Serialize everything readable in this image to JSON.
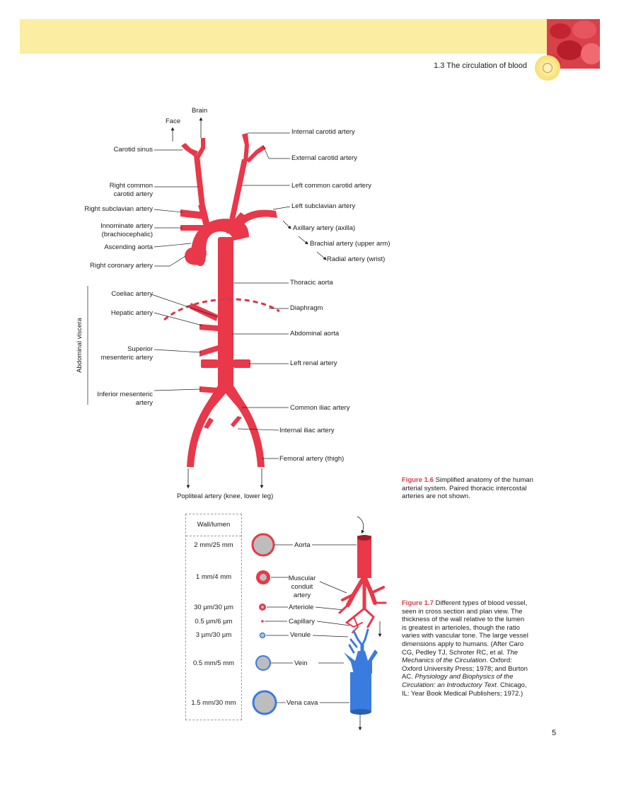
{
  "header": {
    "section_title": "1.3  The circulation of blood"
  },
  "figure_1_6": {
    "labels": {
      "brain": "Brain",
      "face": "Face",
      "carotid_sinus": "Carotid sinus",
      "right_common_carotid_1": "Right common",
      "right_common_carotid_2": "carotid artery",
      "right_subclavian": "Right subclavian artery",
      "innominate_1": "Innominate artery",
      "innominate_2": "(brachiocephalic)",
      "ascending_aorta": "Ascending aorta",
      "right_coronary": "Right coronary artery",
      "coeliac": "Coeliac artery",
      "hepatic": "Hepatic artery",
      "superior_mesenteric_1": "Superior",
      "superior_mesenteric_2": "mesenteric artery",
      "inferior_mesenteric_1": "Inferior mesenteric",
      "inferior_mesenteric_2": "artery",
      "abdominal_viscera": "Abdominal viscera",
      "internal_carotid": "Internal carotid artery",
      "external_carotid": "External carotid artery",
      "left_common_carotid": "Left common carotid artery",
      "left_subclavian": "Left subclavian artery",
      "axillary": "Axillary artery (axilla)",
      "brachial": "Brachial artery (upper arm)",
      "radial": "Radial artery (wrist)",
      "thoracic_aorta": "Thoracic aorta",
      "diaphragm": "Diaphragm",
      "abdominal_aorta": "Abdominal aorta",
      "left_renal": "Left renal artery",
      "common_iliac": "Common iliac artery",
      "internal_iliac": "Internal iliac artery",
      "femoral": "Femoral artery (thigh)",
      "popliteal": "Popliteal artery (knee, lower leg)"
    },
    "caption_tag": "Figure 1.6",
    "caption_text": "Simplified anatomy of the human arterial system. Paired thoracic intercostal arteries are not shown."
  },
  "figure_1_7": {
    "table_header": "Wall/lumen",
    "rows": [
      {
        "ratio": "2 mm/25 mm",
        "vessel": "Aorta"
      },
      {
        "ratio": "1 mm/4 mm",
        "vessel": "Muscular conduit artery"
      },
      {
        "ratio": "30 µm/30 µm",
        "vessel": "Arteriole"
      },
      {
        "ratio": "0.5 µm/6 µm",
        "vessel": "Capillary"
      },
      {
        "ratio": "3 µm/30 µm",
        "vessel": "Venule"
      },
      {
        "ratio": "0.5 mm/5 mm",
        "vessel": "Vein"
      },
      {
        "ratio": "1.5 mm/30 mm",
        "vessel": "Vena cava"
      }
    ],
    "muscular_label_1": "Muscular",
    "muscular_label_2": "conduit",
    "muscular_label_3": "artery",
    "caption_tag": "Figure 1.7",
    "caption_text_1": "Different types of blood vessel, seen in cross section and plan view. The thickness of the wall relative to the lumen is greatest in arterioles, though the ratio varies with vascular tone. The large vessel dimensions apply to humans. (After Caro CG, Pedley TJ, Schroter RC, et al.",
    "caption_title_1": "The Mechanics of the Circulation",
    "caption_text_2": ". Oxford: Oxford University Press; 1978; and Burton AC.",
    "caption_title_2": "Physiology and Biophysics of the Circulation: an Introductory Text",
    "caption_text_3": ". Chicago, IL: Year Book Medical Publishers; 1972.)"
  },
  "page_number": "5",
  "colors": {
    "artery_red": "#e8384a",
    "vein_blue": "#3a7be0",
    "header_yellow": "#fbeea2",
    "figure_tag_red": "#e0394a"
  }
}
